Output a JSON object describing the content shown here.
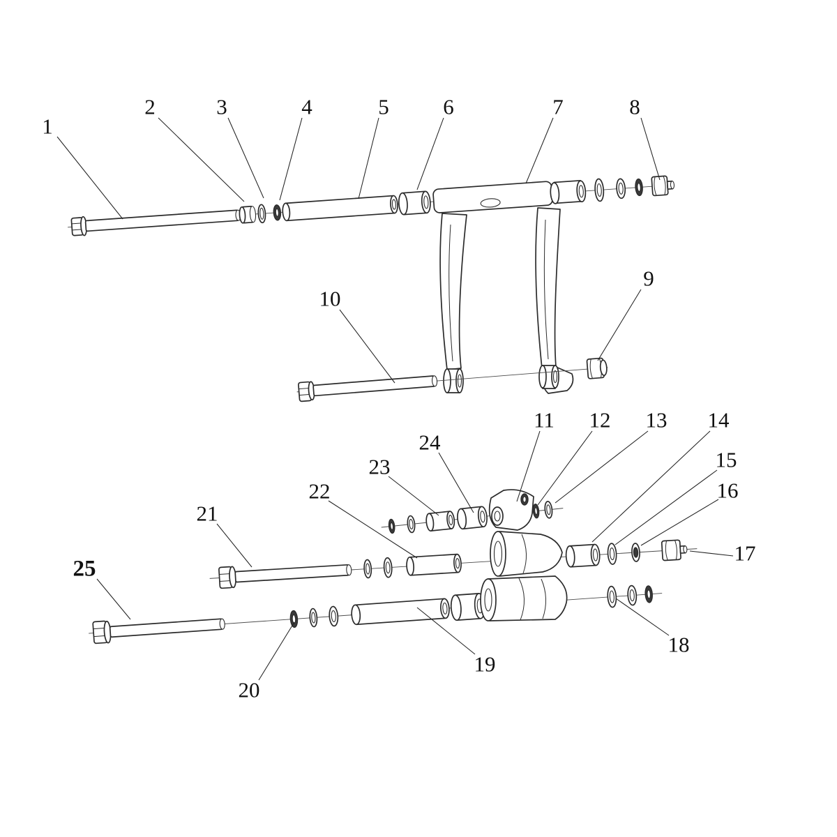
{
  "diagram": {
    "kind": "exploded-parts-diagram",
    "colors": {
      "line": "#2b2b2b",
      "background": "#ffffff"
    },
    "callouts": [
      {
        "label": "1"
      },
      {
        "label": "2"
      },
      {
        "label": "3"
      },
      {
        "label": "4"
      },
      {
        "label": "5"
      },
      {
        "label": "6"
      },
      {
        "label": "7"
      },
      {
        "label": "8"
      },
      {
        "label": "9"
      },
      {
        "label": "10"
      },
      {
        "label": "11"
      },
      {
        "label": "12"
      },
      {
        "label": "13"
      },
      {
        "label": "14"
      },
      {
        "label": "15"
      },
      {
        "label": "16"
      },
      {
        "label": "17"
      },
      {
        "label": "18"
      },
      {
        "label": "19"
      },
      {
        "label": "20"
      },
      {
        "label": "21"
      },
      {
        "label": "22"
      },
      {
        "label": "23"
      },
      {
        "label": "24"
      },
      {
        "label": "25"
      }
    ]
  }
}
